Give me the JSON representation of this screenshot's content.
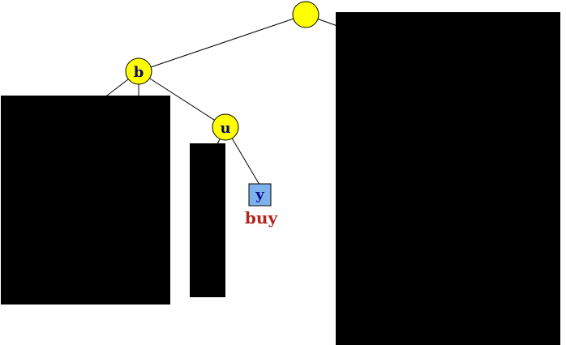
{
  "tree": {
    "root": {
      "letter": ""
    },
    "node_b": {
      "letter": "b"
    },
    "node_u": {
      "letter": "u"
    },
    "leaf_y": {
      "letter": "y",
      "word": "buy"
    }
  },
  "colors": {
    "node_fill": "#ffff00",
    "leaf_fill": "#7fb2ec",
    "edge": "#000000",
    "mask": "#000000",
    "word_color": "#b3261e",
    "letter_color": "#0b0b6e"
  }
}
